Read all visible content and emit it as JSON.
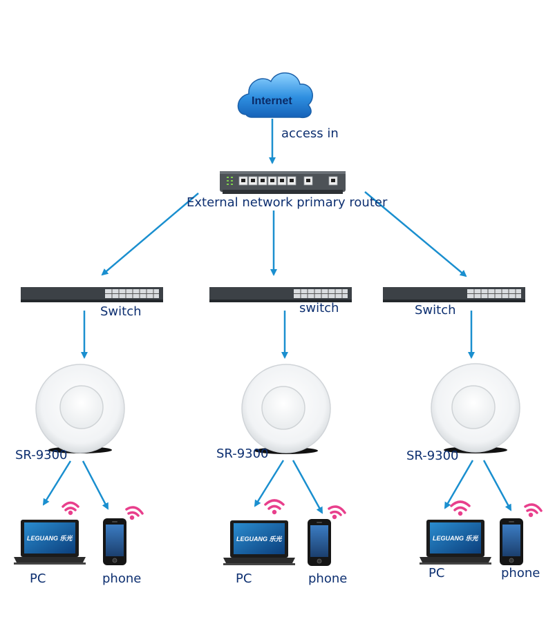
{
  "cloud": {
    "label": "Internet"
  },
  "link": {
    "label": "access in"
  },
  "router": {
    "label": "External network primary router"
  },
  "switches": [
    {
      "label": "Switch"
    },
    {
      "label": "switch"
    },
    {
      "label": "Switch"
    }
  ],
  "access_points": [
    {
      "label": "SR-9300"
    },
    {
      "label": "SR-9300"
    },
    {
      "label": "SR-9300"
    }
  ],
  "clients": [
    {
      "pc": "PC",
      "phone": "phone"
    },
    {
      "pc": "PC",
      "phone": "phone"
    },
    {
      "pc": "PC",
      "phone": "phone"
    }
  ],
  "laptop_brand": "LEGUANG 乐光",
  "colors": {
    "arrow": "#1a8fcf",
    "label": "#0d2f70",
    "wifi": "#e83f8c",
    "cloud": "#2e8fe0"
  }
}
